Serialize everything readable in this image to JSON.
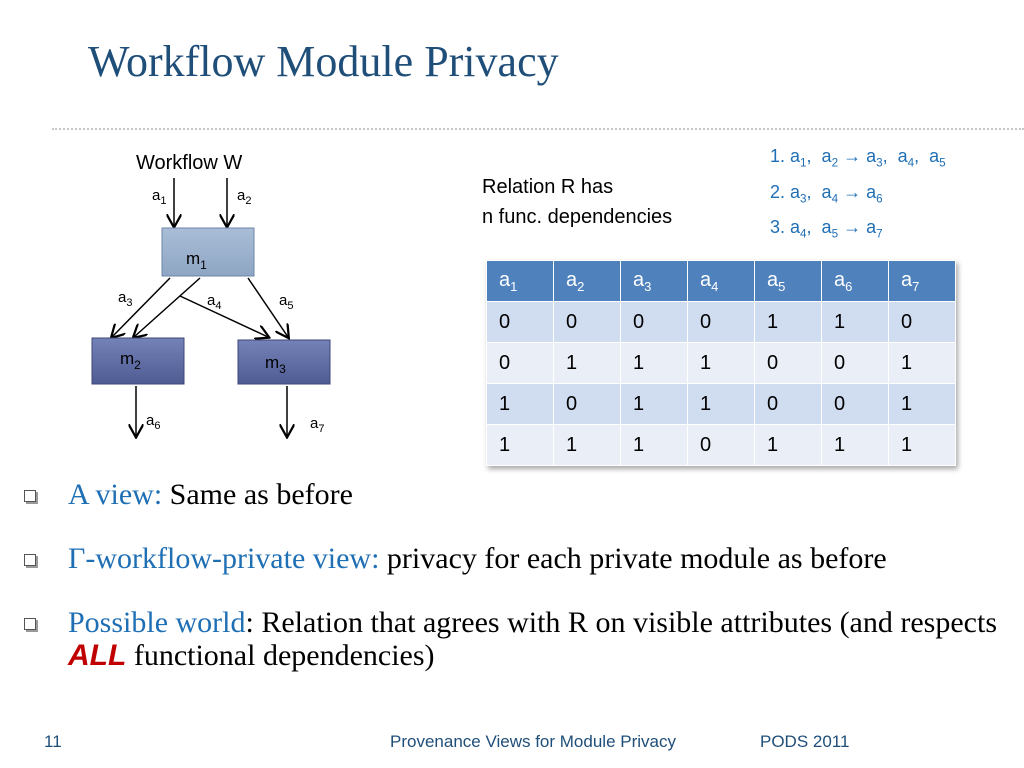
{
  "title": "Workflow Module Privacy",
  "workflow": {
    "label": "Workflow W",
    "modules": [
      "m1",
      "m2",
      "m3"
    ],
    "attributes": [
      "a1",
      "a2",
      "a3",
      "a4",
      "a5",
      "a6",
      "a7"
    ]
  },
  "relation": {
    "line1": "Relation R has",
    "line2": "n func. dependencies"
  },
  "dependencies": [
    {
      "num": "1.",
      "lhs": [
        "a1",
        "a2"
      ],
      "rhs": [
        "a3",
        "a4",
        "a5"
      ]
    },
    {
      "num": "2.",
      "lhs": [
        "a3",
        "a4"
      ],
      "rhs": [
        "a6"
      ]
    },
    {
      "num": "3.",
      "lhs": [
        "a4",
        "a5"
      ],
      "rhs": [
        "a7"
      ]
    }
  ],
  "table": {
    "headers": [
      "a1",
      "a2",
      "a3",
      "a4",
      "a5",
      "a6",
      "a7"
    ],
    "rows": [
      [
        "0",
        "0",
        "0",
        "0",
        "1",
        "1",
        "0"
      ],
      [
        "0",
        "1",
        "1",
        "1",
        "0",
        "0",
        "1"
      ],
      [
        "1",
        "0",
        "1",
        "1",
        "0",
        "0",
        "1"
      ],
      [
        "1",
        "1",
        "1",
        "0",
        "1",
        "1",
        "1"
      ]
    ]
  },
  "bullets": [
    {
      "highlight": "A view:",
      "text": " Same as before"
    },
    {
      "highlight": "Γ-workflow-private view:",
      "text": " privacy for each private module as before"
    },
    {
      "highlight": "Possible world",
      "text": ": Relation that agrees with R on visible attributes (and respects ",
      "emph": "ALL",
      "tail": " functional dependencies)"
    }
  ],
  "footer": {
    "page": "11",
    "text": "Provenance Views for Module Privacy",
    "conference": "PODS 2011"
  },
  "colors": {
    "title": "#1f4e79",
    "accent": "#1f6fb5",
    "table_header": "#4f81bd",
    "emphasis": "#c00000"
  }
}
